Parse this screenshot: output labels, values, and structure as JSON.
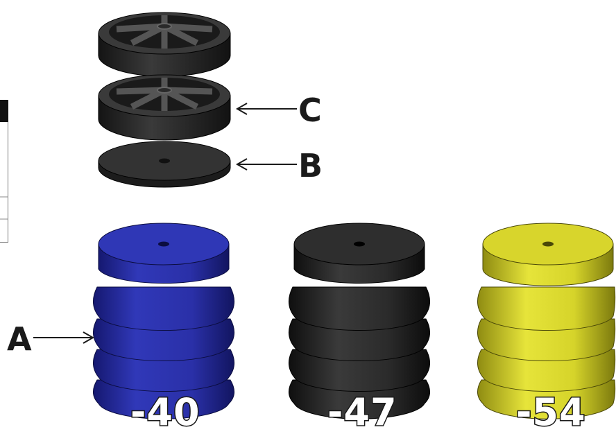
{
  "callouts": {
    "a": "A",
    "b": "B",
    "c": "C"
  },
  "durometers": {
    "blue": "-40",
    "black": "-47",
    "yellow": "-54"
  },
  "colors": {
    "blue": "#2a2fa8",
    "black": "#2b2b2b",
    "yellow": "#d9d82a",
    "wheel": "#2e2e2e",
    "ink": "#1a1a1a"
  }
}
